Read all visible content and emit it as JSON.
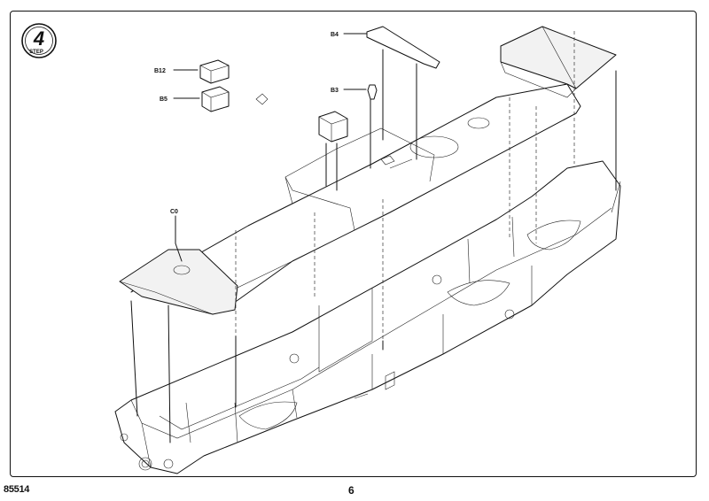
{
  "step": {
    "number": "4",
    "word": "STEP"
  },
  "parts": {
    "b12": "B12",
    "b5": "B5",
    "b4": "B4",
    "b3": "B3",
    "c0": "C0"
  },
  "footer": {
    "kit_number": "85514",
    "page_number": "6"
  }
}
